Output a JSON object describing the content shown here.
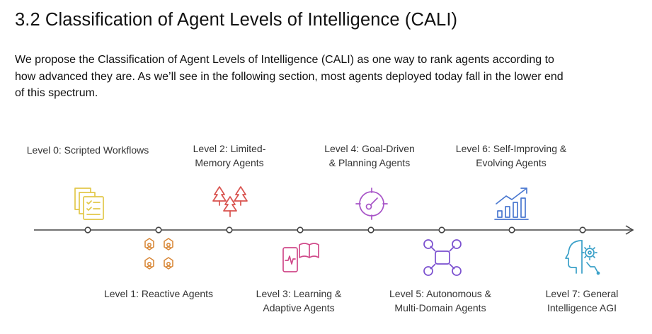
{
  "section": {
    "heading": "3.2 Classification of Agent Levels of Intelligence (CALI)",
    "paragraph_lines": [
      "We propose the Classification of Agent Levels of Intelligence (CALI) as one way to rank agents according to",
      "how advanced they are. As we’ll see in the following section, most agents deployed today fall in the lower end",
      "of this spectrum."
    ]
  },
  "levels": [
    {
      "label_lines": [
        "Level 0: Scripted Workflows"
      ],
      "icon": "scripted-documents-icon",
      "color": "#e2c84a",
      "position": "above"
    },
    {
      "label_lines": [
        "Level 1: Reactive Agents"
      ],
      "icon": "reactive-agents-icon",
      "color": "#d98a3c",
      "position": "below"
    },
    {
      "label_lines": [
        "Level 2: Limited-",
        "Memory Agents"
      ],
      "icon": "trees-icon",
      "color": "#d9534f",
      "position": "above"
    },
    {
      "label_lines": [
        "Level 3: Learning &",
        "Adaptive Agents"
      ],
      "icon": "phone-book-icon",
      "color": "#d04a8a",
      "position": "below"
    },
    {
      "label_lines": [
        "Level 4: Goal-Driven",
        "& Planning Agents"
      ],
      "icon": "target-icon",
      "color": "#a855c8",
      "position": "above"
    },
    {
      "label_lines": [
        "Level 5: Autonomous &",
        "Multi-Domain Agents"
      ],
      "icon": "drone-icon",
      "color": "#7a4fcf",
      "position": "below"
    },
    {
      "label_lines": [
        "Level 6: Self-Improving &",
        "Evolving Agents"
      ],
      "icon": "growth-chart-icon",
      "color": "#4a78d0",
      "position": "above"
    },
    {
      "label_lines": [
        "Level 7: General",
        "Intelligence AGI"
      ],
      "icon": "ai-head-icon",
      "color": "#3aa0c8",
      "position": "below"
    }
  ],
  "colors": {
    "axis": "#444444",
    "node_fill": "#ffffff"
  }
}
